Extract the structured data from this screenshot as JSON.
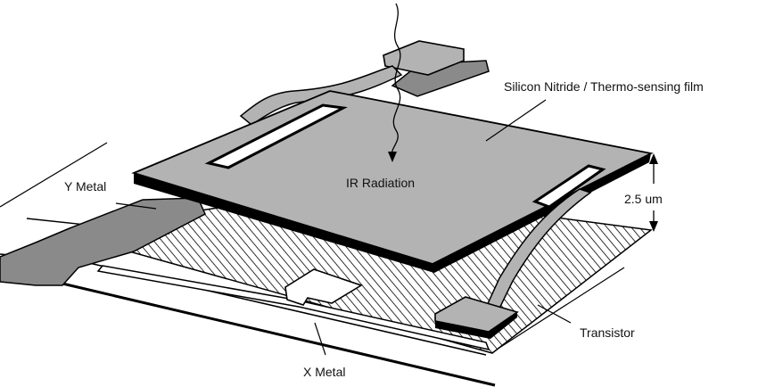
{
  "labels": {
    "silicon_nitride": "Silicon Nitride / Thermo-sensing film",
    "ir_radiation": "IR Radiation",
    "gap": "2.5 um",
    "y_metal": "Y Metal",
    "x_metal": "X Metal",
    "transistor": "Transistor"
  },
  "colors": {
    "membrane": "#b3b3b3",
    "membrane_edge": "#000000",
    "metal": "#8a8a8a",
    "background": "#ffffff"
  }
}
